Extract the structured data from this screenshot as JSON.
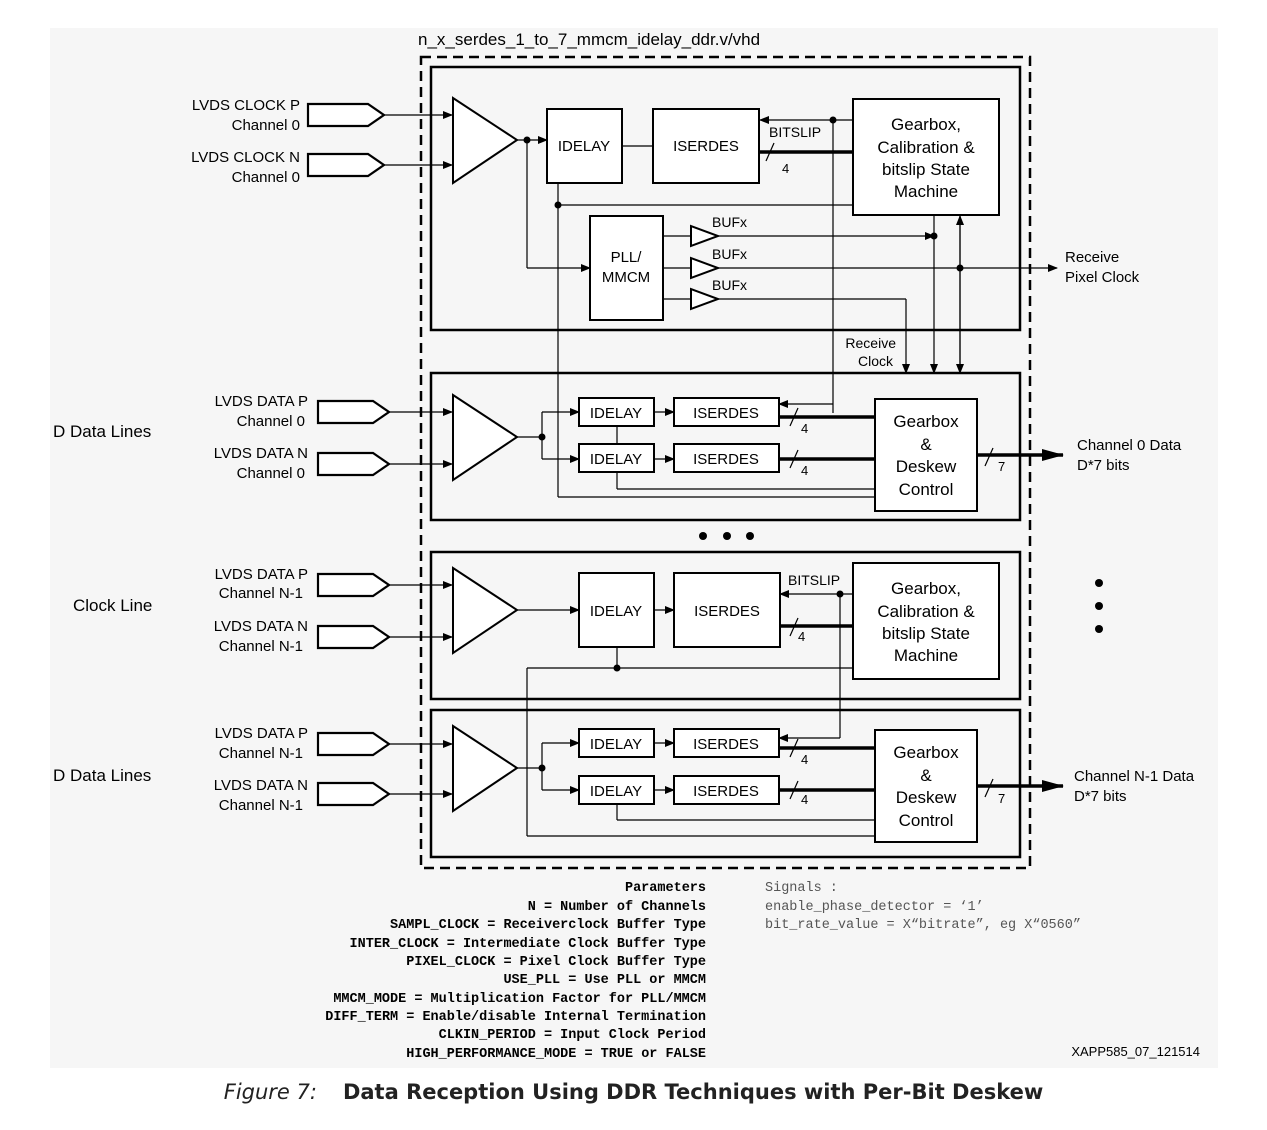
{
  "header_title": "n_x_serdes_1_to_7_mmcm_idelay_ddr.v/vhd",
  "clock_block": {
    "inputs": [
      {
        "line1": "LVDS CLOCK P",
        "line2": "Channel 0"
      },
      {
        "line1": "LVDS CLOCK N",
        "line2": "Channel 0"
      }
    ],
    "idelay": "IDELAY",
    "iserdes": "ISERDES",
    "bitslip": "BITSLIP",
    "bus_width": "4",
    "gearbox": [
      "Gearbox,",
      "Calibration &",
      "bitslip State",
      "Machine"
    ],
    "pll": [
      "PLL/",
      "MMCM"
    ],
    "bufx": [
      "BUFx",
      "BUFx",
      "BUFx"
    ],
    "pixel_clock": [
      "Receive",
      "Pixel Clock"
    ],
    "receive_clock": [
      "Receive",
      "Clock"
    ]
  },
  "data_block_0": {
    "group_label": "D Data Lines",
    "inputs": [
      {
        "line1": "LVDS DATA P",
        "line2": "Channel 0"
      },
      {
        "line1": "LVDS DATA N",
        "line2": "Channel 0"
      }
    ],
    "idelay": [
      "IDELAY",
      "IDELAY"
    ],
    "iserdes": [
      "ISERDES",
      "ISERDES"
    ],
    "bus_widths": [
      "4",
      "4"
    ],
    "gearbox": [
      "Gearbox",
      "&",
      "Deskew",
      "Control"
    ],
    "out_width": "7",
    "output": [
      "Channel 0 Data",
      "D*7 bits"
    ]
  },
  "clock_line_block": {
    "group_label": "Clock Line",
    "inputs": [
      {
        "line1": "LVDS DATA P",
        "line2": "Channel N-1"
      },
      {
        "line1": "LVDS DATA N",
        "line2": "Channel N-1"
      }
    ],
    "idelay": "IDELAY",
    "iserdes": "ISERDES",
    "bitslip": "BITSLIP",
    "bus_width": "4",
    "gearbox": [
      "Gearbox,",
      "Calibration &",
      "bitslip State",
      "Machine"
    ]
  },
  "data_block_n": {
    "group_label": "D Data Lines",
    "inputs": [
      {
        "line1": "LVDS DATA P",
        "line2": "Channel N-1"
      },
      {
        "line1": "LVDS DATA N",
        "line2": "Channel N-1"
      }
    ],
    "idelay": [
      "IDELAY",
      "IDELAY"
    ],
    "iserdes": [
      "ISERDES",
      "ISERDES"
    ],
    "bus_widths": [
      "4",
      "4"
    ],
    "gearbox": [
      "Gearbox",
      "&",
      "Deskew",
      "Control"
    ],
    "out_width": "7",
    "output": [
      "Channel N-1 Data",
      "D*7 bits"
    ]
  },
  "parameters": [
    "Parameters",
    "N = Number of Channels",
    "SAMPL_CLOCK = Receiverclock Buffer Type",
    "INTER_CLOCK = Intermediate Clock Buffer Type",
    "PIXEL_CLOCK = Pixel Clock Buffer Type",
    "USE_PLL = Use PLL or MMCM",
    "MMCM_MODE = Multiplication Factor for PLL/MMCM",
    "DIFF_TERM = Enable/disable Internal Termination",
    "CLKIN_PERIOD = Input Clock Period",
    "HIGH_PERFORMANCE_MODE = TRUE or FALSE"
  ],
  "signals": [
    "Signals :",
    "enable_phase_detector = ‘1’",
    "bit_rate_value = X“bitrate”, eg X“0560”"
  ],
  "figure_id": "XAPP585_07_121514",
  "caption": {
    "number": "Figure 7:",
    "title": "Data Reception Using DDR Techniques with Per-Bit Deskew"
  }
}
